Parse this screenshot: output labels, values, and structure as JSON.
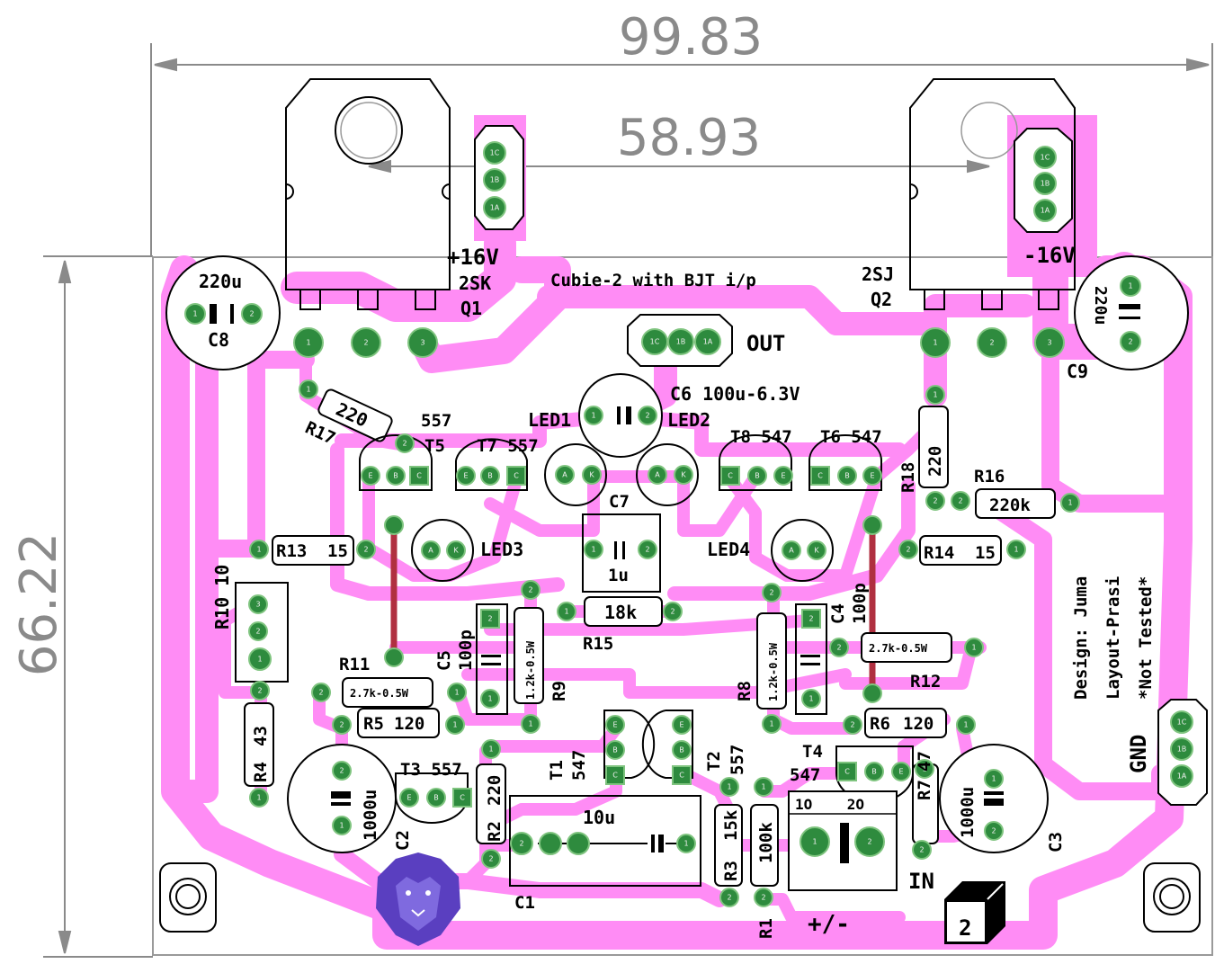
{
  "dimensions": {
    "width": "99.83",
    "inner": "58.93",
    "height": "66.22"
  },
  "board": {
    "title": "Cubie-2 with BJT i/p",
    "output_label": "OUT",
    "input_label": "IN",
    "ground_label": "GND",
    "pos_rail": "+16V",
    "neg_rail": "-16V",
    "supply_label": "+/-",
    "credit_design": "Design: Juma",
    "credit_layout": "Layout-Prasi",
    "credit_note": "*Not Tested*",
    "page_number": "2",
    "terminal_pins": "1O    2O"
  },
  "labels": {
    "Q1": "Q1",
    "Q1_type": "2SK",
    "Q2": "Q2",
    "Q2_type": "2SJ",
    "C8": "C8",
    "C8_val": "220u",
    "C9": "C9",
    "C9_val": "220u",
    "C6": "C6 100u-6.3V",
    "LED1": "LED1",
    "LED2": "LED2",
    "LED3": "LED3",
    "LED4": "LED4",
    "T5": "T5",
    "T5_val": "557",
    "T7": "T7 557",
    "T8": "T8 547",
    "T6": "T6 547",
    "R17": "R17",
    "R17_val": "220",
    "R18": "R18",
    "R18_val": "220",
    "R16": "R16",
    "R16_val": "220k",
    "R13": "R13",
    "R13_val": "15",
    "R14": "R14",
    "R14_val": "15",
    "R10": "R10 10",
    "C7": "C7",
    "C7_val": "1u",
    "R15": "R15",
    "R15_val": "18k",
    "C5": "C5",
    "C5_val": "100p",
    "C4": "C4",
    "C4_val": "100p",
    "R9": "R9",
    "R9_val": "1.2k-0.5W",
    "R8": "R8",
    "R8_val": "1.2k-0.5W",
    "R11": "R11",
    "R11_val": "2.7k-0.5W",
    "R12": "R12",
    "R12_val": "2.7k-0.5W",
    "R5": "R5",
    "R5_val": "120",
    "R6": "R6",
    "R6_val": "120",
    "R4": "R4",
    "R4_val": "43",
    "R7": "R7",
    "R7_val": "47",
    "C2": "C2",
    "C2_val": "1000u",
    "C3": "C3",
    "C3_val": "1000u",
    "T3": "T3 557",
    "T1": "T1",
    "T1_val": "547",
    "T2": "T2",
    "T2_val": "557",
    "T4": "T4",
    "T4_val": "547",
    "R2": "R2",
    "R2_val": "220",
    "C1": "C1",
    "C1_val": "10u",
    "R3": "R3",
    "R3_val": "15k",
    "R1": "R1",
    "R1_val": "100k"
  },
  "pin_labels": {
    "p1": "1",
    "p2": "2",
    "p3": "3",
    "c": "C",
    "b": "B",
    "e": "E",
    "a": "A",
    "k": "K",
    "c1": "1C",
    "b1": "1B",
    "a1": "1A"
  },
  "colors": {
    "track": "#ff8cf5",
    "pad": "#2e8b3e",
    "silkscreen": "#000000",
    "jumper": "#b03040",
    "dimension": "#8a8a8a",
    "logo": "#5a3fc0"
  }
}
